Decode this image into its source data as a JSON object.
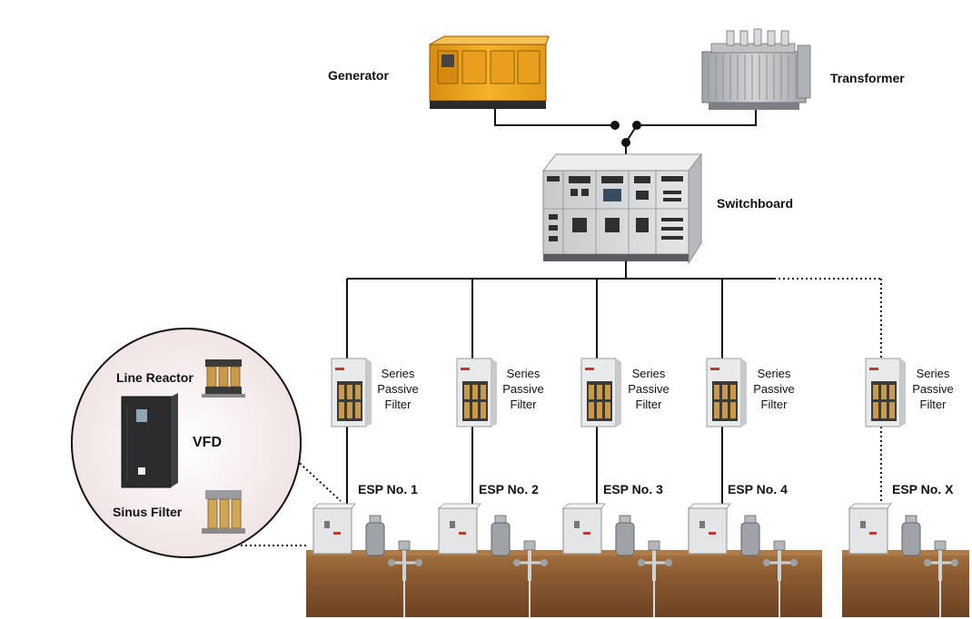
{
  "labels": {
    "generator": "Generator",
    "transformer": "Transformer",
    "switchboard": "Switchboard",
    "line_reactor": "Line Reactor",
    "vfd": "VFD",
    "sinus_filter": "Sinus Filter"
  },
  "filter_label": [
    "Series",
    "Passive",
    "Filter"
  ],
  "esps": [
    "ESP No. 1",
    "ESP No. 2",
    "ESP No. 3",
    "ESP No. 4",
    "ESP No. X"
  ],
  "colors": {
    "generator_body": "#f3a81c",
    "transformer_body": "#b9bcbe",
    "switchboard_body": "#d6d7d9",
    "vfd_body": "#2b2c2e",
    "soil": "#8a5a32",
    "inset_bg": "#f4eaea",
    "line": "#111111"
  }
}
